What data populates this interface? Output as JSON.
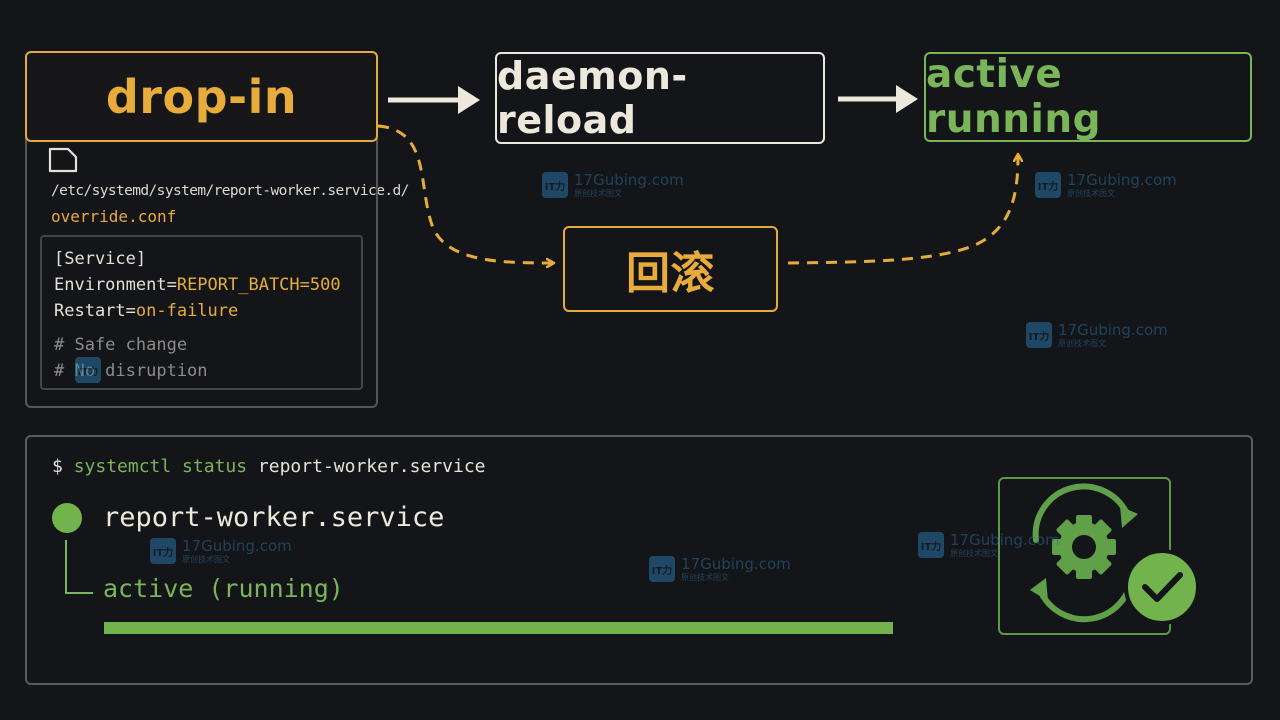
{
  "flow": {
    "dropin_label": "drop-in",
    "reload_label": "daemon-reload",
    "active_label": "active running",
    "rollback_label": "回滚"
  },
  "file": {
    "path": "/etc/systemd/system/report-worker.service.d/",
    "name": "override.conf",
    "lines": {
      "section": "[Service]",
      "env_key": "Environment=",
      "env_val": "REPORT_BATCH=500",
      "restart_key": "Restart=",
      "restart_val": "on-failure",
      "comment1": "# Safe change",
      "comment2": "# No disruption"
    }
  },
  "status": {
    "prompt": "$",
    "command": "systemctl status",
    "argument": "report-worker.service",
    "service_name": "report-worker.service",
    "state": "active (running)",
    "progress": 1.0
  },
  "watermark": {
    "site": "17Gubing.com",
    "tagline": "原创技术图文",
    "logo": "IT力"
  },
  "colors": {
    "background": "#141518",
    "amber": "#e8ac3c",
    "green": "#7ab55a",
    "text": "#ece8dc"
  },
  "icons": [
    "file-icon",
    "gear-cycle-icon",
    "check-icon"
  ]
}
